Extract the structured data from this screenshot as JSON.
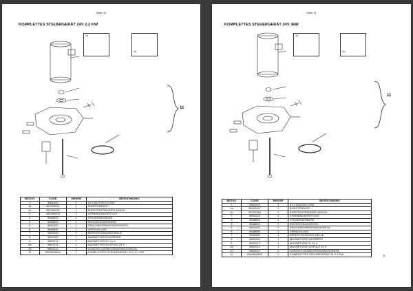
{
  "left_page": {
    "page_number": "Seite 10",
    "title": "KOMPLETTES STEUERGERÄT 24V  2,2 KW",
    "brace_label": "11",
    "inset_labels": [
      "1b",
      "1a"
    ],
    "table": {
      "headers": [
        "BEZUG",
        "CODE",
        "MENGE",
        "BEZEICHNUNG"
      ],
      "rows": [
        [
          "1",
          "9851829",
          "1",
          "24 V MOTOR    2,2 KW"
        ],
        [
          "1a",
          "452399031",
          "1",
          "BÜRSTENSATZ"
        ],
        [
          "1b",
          "452399032",
          "1",
          "BÜRSTENTRÄGERFLANSCH"
        ],
        [
          "2",
          "452399003",
          "1",
          "VERBINDUNGSSTÜCK"
        ],
        [
          "3",
          "9848532",
          "1",
          "STEUERGEHÄUSE"
        ],
        [
          "4",
          "9848693",
          "1",
          "RÜCKSCHLAGVENTIL"
        ],
        [
          "5",
          "9851832",
          "1",
          "DRUCKBEGRENZUNGSVENTIL"
        ],
        [
          "6",
          "9848695",
          "1",
          "VERSCHLUSS"
        ],
        [
          "7",
          "9852020",
          "1",
          "BEFESTIGUNGSSCHELLE"
        ],
        [
          "8",
          "9852009",
          "1",
          "MAGNETVENTILKÖRPER"
        ],
        [
          "9",
          "9852012",
          "1",
          "MAGNETVENTIL 24 V"
        ],
        [
          "9a",
          "9852013",
          "1",
          "MAGNETVENTILSPULE 24 V"
        ],
        [
          "10",
          "9852014",
          "1",
          "DURCHFLUSSBEGRENZUNGSVENTIL"
        ],
        [
          "11",
          "0009810834",
          "1",
          "KOMPLETTES STEUERGERÄT 24 V  2,2 KW"
        ]
      ]
    }
  },
  "right_page": {
    "page_number": "Seite 11",
    "title": "KOMPLETTES STEUERGERÄT 24V  3kW",
    "brace_label": "11",
    "inset_labels": [
      "1b",
      "1a"
    ],
    "side_note": "11",
    "table": {
      "headers": [
        "BEZUG",
        "CODE",
        "MENGE",
        "BEZEICHNUNG"
      ],
      "rows": [
        [
          "1",
          "9852015",
          "1",
          "24 V MOTOR  3 KW"
        ],
        [
          "1a",
          "95320167",
          "1",
          "BÜRSTENSATZ"
        ],
        [
          "1b",
          "95320168",
          "1",
          "BÜRSTENTRÄGERFLANSCH"
        ],
        [
          "2",
          "9852016",
          "1",
          "VERBINDUNGSSTÜCK"
        ],
        [
          "3",
          "9848526",
          "1",
          "STEUERGEHÄUSE"
        ],
        [
          "4",
          "9848693",
          "1",
          "RÜCKSCHLAGVENTIL"
        ],
        [
          "5",
          "9851832",
          "1",
          "DRUCKBEGRENZUNGSVENTIL"
        ],
        [
          "6",
          "9848695",
          "1",
          "VERSCHLUSS"
        ],
        [
          "7",
          "9852020",
          "1",
          "BEFESTIGUNGSSCHELLE"
        ],
        [
          "8",
          "9852009",
          "1",
          "MAGNETVENTILKÖRPER"
        ],
        [
          "9",
          "9852012",
          "1",
          "MAGNETVENTIL 24 V"
        ],
        [
          "9a",
          "9852013",
          "1",
          "MAGNETVENTILSPULE 24 V"
        ],
        [
          "10",
          "9852014",
          "1",
          "DURCHFLUSSBEGRENZUNGSVENTIL"
        ],
        [
          "11",
          "0009810833",
          "1",
          "KOMPLETTES STEUERGERÄT 24 V  3 KW"
        ]
      ]
    }
  }
}
